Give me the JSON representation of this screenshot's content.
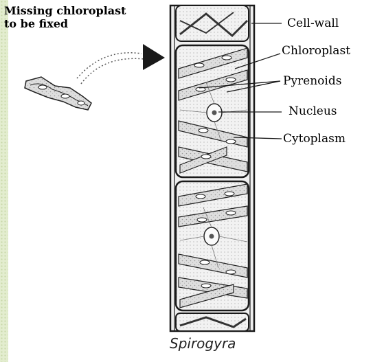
{
  "task": {
    "title_line1": "Missing chloroplast",
    "title_line2": "to be fixed"
  },
  "labels": {
    "cell_wall": "Cell-wall",
    "chloroplast": "Chloroplast",
    "pyrenoids": "Pyrenoids",
    "nucleus": "Nucleus",
    "cytoplasm": "Cytoplasm"
  },
  "caption": "Spirogyra",
  "colors": {
    "ink": "#1a1a1a",
    "cell_fill": "#d9d9d9",
    "strip": "#e3edcf"
  },
  "icons": {
    "arrow": "curved-dotted-arrow",
    "piece": "chloroplast-piece"
  }
}
